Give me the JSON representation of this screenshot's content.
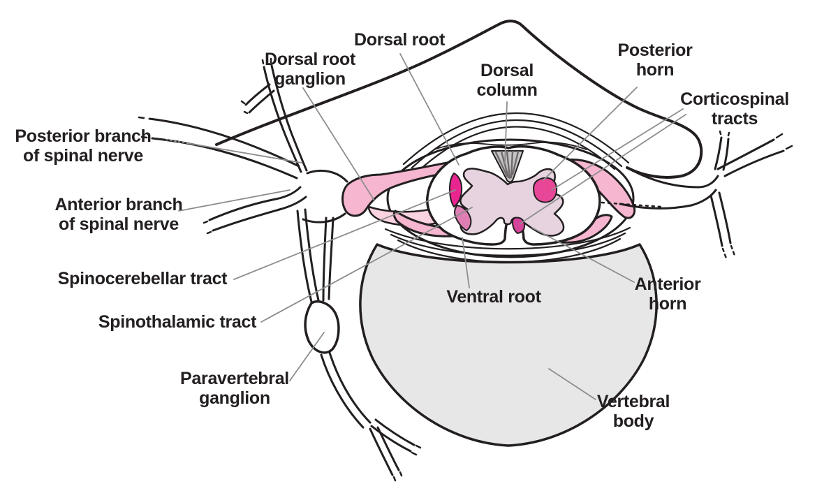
{
  "figure": {
    "labels": {
      "dorsal_root": {
        "lines": [
          "Dorsal root"
        ]
      },
      "dorsal_root_ganglion": {
        "lines": [
          "Dorsal root",
          "ganglion"
        ]
      },
      "dorsal_column": {
        "lines": [
          "Dorsal",
          "column"
        ]
      },
      "posterior_horn": {
        "lines": [
          "Posterior",
          "horn"
        ]
      },
      "corticospinal_tracts": {
        "lines": [
          "Corticospinal",
          "tracts"
        ]
      },
      "posterior_branch": {
        "lines": [
          "Posterior branch",
          "of spinal nerve"
        ]
      },
      "anterior_branch": {
        "lines": [
          "Anterior branch",
          "of spinal nerve"
        ]
      },
      "spinocerebellar_tract": {
        "lines": [
          "Spinocerebellar tract"
        ]
      },
      "spinothalamic_tract": {
        "lines": [
          "Spinothalamic tract"
        ]
      },
      "paravertebral_ganglion": {
        "lines": [
          "Paravertebral",
          "ganglion"
        ]
      },
      "ventral_root": {
        "lines": [
          "Ventral root"
        ]
      },
      "anterior_horn": {
        "lines": [
          "Anterior",
          "horn"
        ]
      },
      "vertebral_body": {
        "lines": [
          "Vertebral",
          "body"
        ]
      }
    },
    "colors": {
      "outline": "#231f20",
      "leader_line": "#8d8d8d",
      "label_text": "#231f20",
      "vertebral_body_fill": "#e7e7e7",
      "gray_matter_fill": "#e6d3df",
      "dorsal_column_fill": "#c7c4c5",
      "dorsal_column_stripe": "#6f6b6d",
      "nerve_root_pink": "#f6b6d0",
      "nerve_root_pink_light": "#fad2e0",
      "spinocerebellar_magenta": "#e9258f",
      "spinothalamic_pink": "#de7eb4",
      "corticospinal_magenta": "#e84798",
      "anterior_corticospinal_magenta": "#d6439a"
    }
  }
}
